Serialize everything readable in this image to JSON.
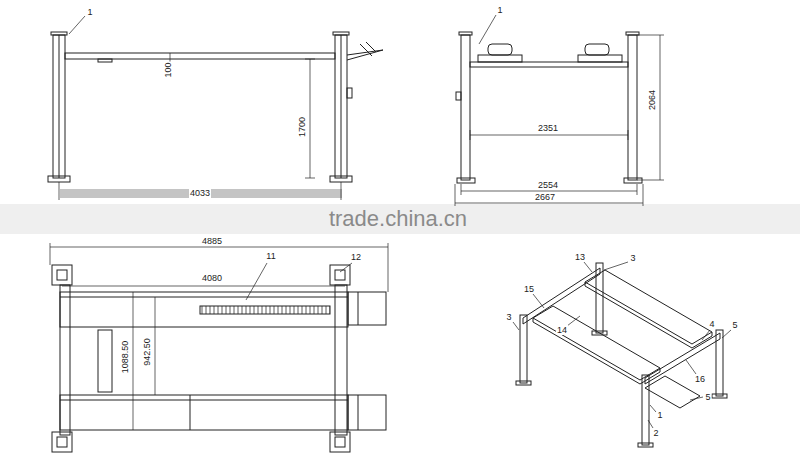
{
  "diagram": {
    "labels": [
      "1",
      "100",
      "1700",
      "4033",
      "1",
      "2351",
      "2064",
      "2554",
      "2667",
      "trade.china.cn",
      "4885",
      "4080",
      "11",
      "12",
      "1088.50",
      "942.50",
      "13",
      "3",
      "15",
      "3",
      "14",
      "4",
      "5",
      "16",
      "5",
      "2",
      "1"
    ]
  }
}
